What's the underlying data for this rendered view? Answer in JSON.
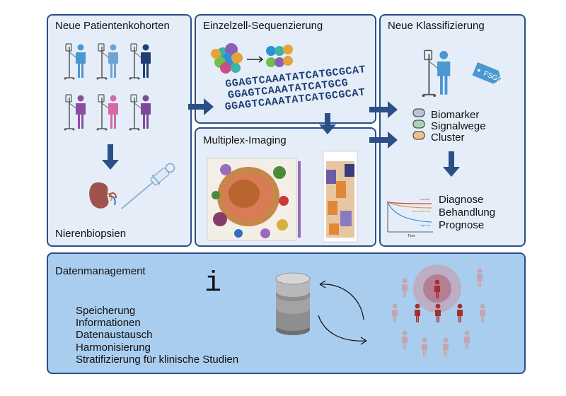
{
  "panels": {
    "cohorts": {
      "title": "Neue Patientenkohorten",
      "footer": "Nierenbiopsien"
    },
    "sequencing": {
      "title": "Einzelzell-Sequenzierung",
      "dna_lines": [
        "GGAGTCAAATATCATGCGCAT",
        "GGAGTCAAATATCATGCG",
        "GGAGTCAAATATCATGCGCAT"
      ]
    },
    "imaging": {
      "title": "Multiplex-Imaging"
    },
    "classification": {
      "title": "Neue Klassifizierung",
      "tag": "FSGS",
      "legend": [
        "Biomarker",
        "Signalwege",
        "Cluster"
      ],
      "outcomes": [
        "Diagnose",
        "Behandlung",
        "Prognose"
      ],
      "survival": {
        "x_label": "Time",
        "series_labels": [
          "Low risk",
          "Intermediate risk",
          "High risk"
        ]
      }
    },
    "data": {
      "title": "Datenmanagement",
      "info_glyph": "i",
      "items": [
        "Speicherung",
        "Informationen",
        "Datenaustausch",
        "Harmonisierung",
        "Stratifizierung für klinische Studien"
      ]
    }
  },
  "colors": {
    "panel_bg": "#e5eef8",
    "data_panel_bg": "#a9cdef",
    "border": "#2b4f86",
    "arrow": "#2b4f86",
    "patient_blue": "#4a97d2",
    "patient_purple": "#8a4fa3",
    "patient_pink": "#d46aa6",
    "highlight_red": "#a5302e"
  }
}
